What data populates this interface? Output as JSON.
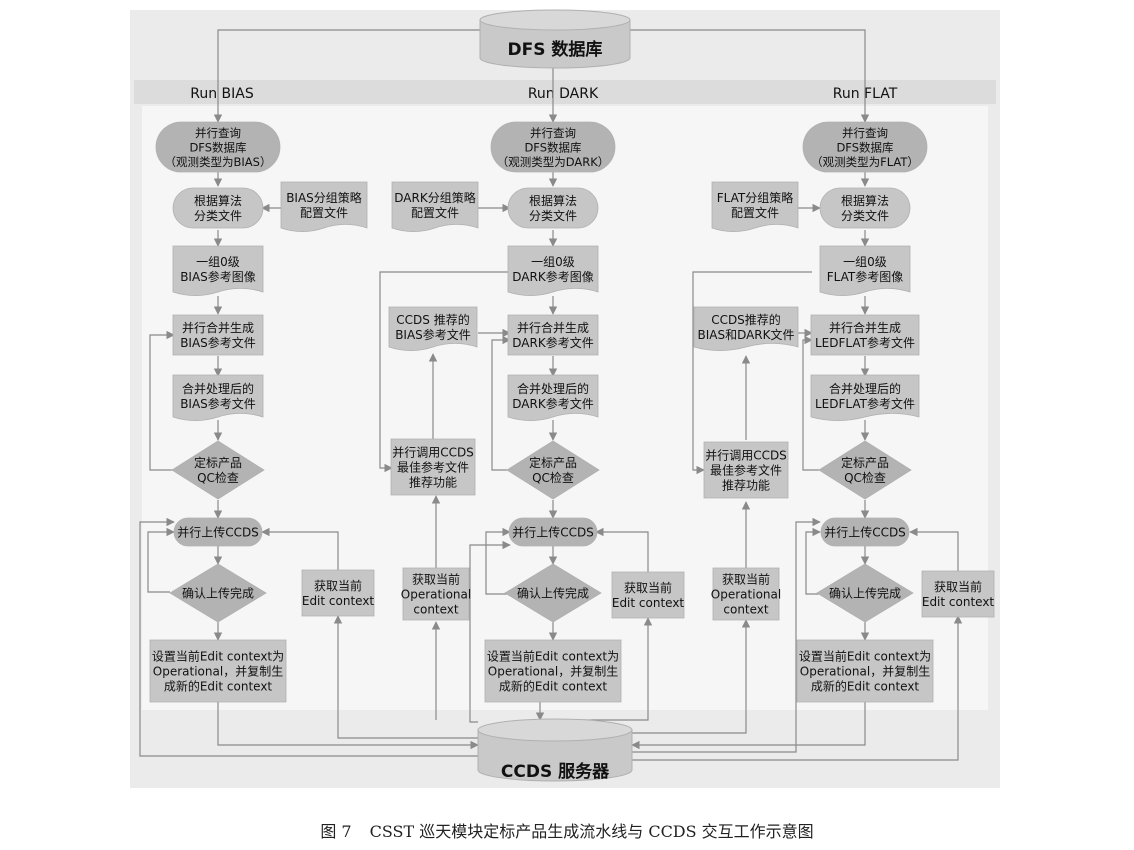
{
  "diagram": {
    "db_top": "DFS 数据库",
    "db_bottom": "CCDS 服务器",
    "lanes": {
      "bias": {
        "header": "Run BIAS",
        "query": [
          "并行查询",
          "DFS数据库",
          "（观测类型为BIAS）"
        ],
        "strategy": [
          "BIAS分组策略",
          "配置文件"
        ],
        "classify": [
          "根据算法",
          "分类文件"
        ],
        "level0": [
          "一组0级",
          "BIAS参考图像"
        ],
        "merge": [
          "并行合并生成",
          "BIAS参考文件"
        ],
        "merged": [
          "合并处理后的",
          "BIAS参考文件"
        ],
        "qc": [
          "定标产品",
          "QC检查"
        ],
        "upload": [
          "并行上传CCDS"
        ],
        "confirm": [
          "确认上传完成"
        ],
        "get_edit": [
          "获取当前",
          "Edit context"
        ],
        "set_op": [
          "设置当前Edit context为",
          "Operational，并复制生",
          "成新的Edit context"
        ]
      },
      "dark": {
        "header": "Run DARK",
        "query": [
          "并行查询",
          "DFS数据库",
          "（观测类型为DARK）"
        ],
        "strategy": [
          "DARK分组策略",
          "配置文件"
        ],
        "classify": [
          "根据算法",
          "分类文件"
        ],
        "level0": [
          "一组0级",
          "DARK参考图像"
        ],
        "recommended": [
          "CCDS 推荐的",
          "BIAS参考文件"
        ],
        "merge": [
          "并行合并生成",
          "DARK参考文件"
        ],
        "merged": [
          "合并处理后的",
          "DARK参考文件"
        ],
        "call_ccds": [
          "并行调用CCDS",
          "最佳参考文件",
          "推荐功能"
        ],
        "qc": [
          "定标产品",
          "QC检查"
        ],
        "upload": [
          "并行上传CCDS"
        ],
        "confirm": [
          "确认上传完成"
        ],
        "get_operational": [
          "获取当前",
          "Operational",
          "context"
        ],
        "get_edit": [
          "获取当前",
          "Edit context"
        ],
        "set_op": [
          "设置当前Edit context为",
          "Operational，并复制生",
          "成新的Edit context"
        ]
      },
      "flat": {
        "header": "Run FLAT",
        "query": [
          "并行查询",
          "DFS数据库",
          "（观测类型为FLAT）"
        ],
        "strategy": [
          "FLAT分组策略",
          "配置文件"
        ],
        "classify": [
          "根据算法",
          "分类文件"
        ],
        "level0": [
          "一组0级",
          "FLAT参考图像"
        ],
        "recommended": [
          "CCDS推荐的",
          "BIAS和DARK文件"
        ],
        "merge": [
          "并行合并生成",
          "LEDFLAT参考文件"
        ],
        "merged": [
          "合并处理后的",
          "LEDFLAT参考文件"
        ],
        "call_ccds": [
          "并行调用CCDS",
          "最佳参考文件",
          "推荐功能"
        ],
        "qc": [
          "定标产品",
          "QC检查"
        ],
        "upload": [
          "并行上传CCDS"
        ],
        "confirm": [
          "确认上传完成"
        ],
        "get_operational": [
          "获取当前",
          "Operational",
          "context"
        ],
        "get_edit": [
          "获取当前",
          "Edit context"
        ],
        "set_op": [
          "设置当前Edit context为",
          "Operational，并复制生",
          "成新的Edit context"
        ]
      }
    }
  },
  "caption": {
    "figure_no": "图 7",
    "text": "CSST 巡天模块定标产品生成流水线与 CCDS 交互工作示意图"
  }
}
